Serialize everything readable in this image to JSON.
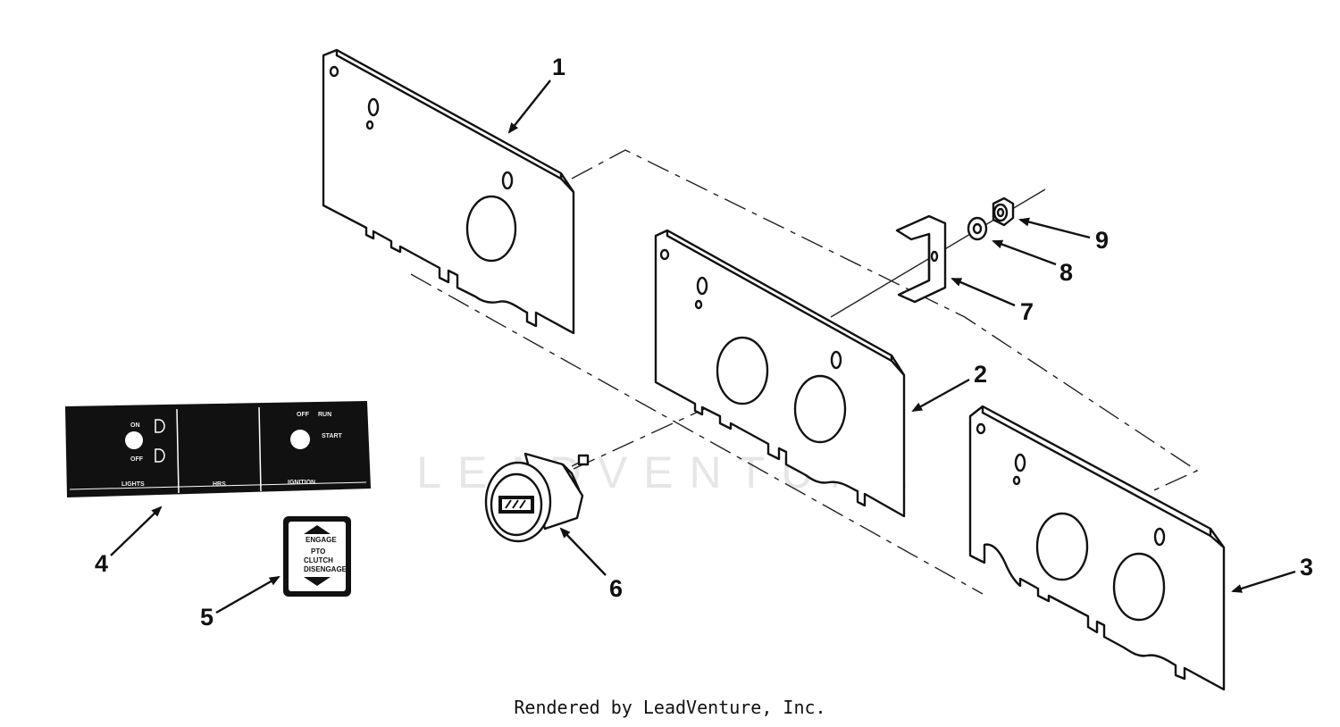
{
  "diagram": {
    "callouts": [
      "1",
      "2",
      "3",
      "4",
      "5",
      "6",
      "7",
      "8",
      "9"
    ],
    "decal_lights": {
      "on": "ON",
      "off": "OFF",
      "label": "LIGHTS",
      "mid_label": "HRS"
    },
    "decal_ignition": {
      "off": "OFF",
      "run": "RUN",
      "start": "START",
      "label": "IGNITION"
    },
    "pto_decal": {
      "top": "ENGAGE",
      "line1": "PTO",
      "line2": "CLUTCH",
      "bottom": "DISENGAGE"
    }
  },
  "watermark": "LEADVENTURE",
  "footer": "Rendered by LeadVenture, Inc."
}
